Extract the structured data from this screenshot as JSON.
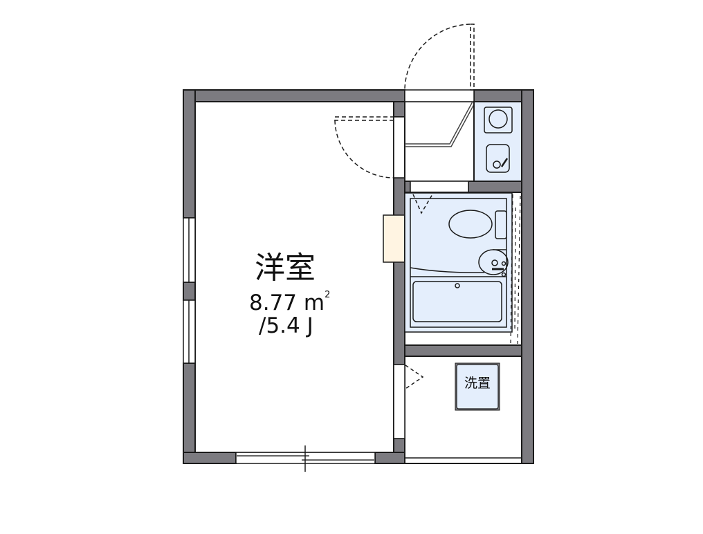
{
  "floor_plan": {
    "type": "1R apartment floor plan",
    "colors": {
      "wall": "#7c7b80",
      "wall_outline": "#1a1a1a",
      "wet_area_fill": "#e4eefc",
      "storage_fill": "#fff4e2",
      "background": "#ffffff"
    },
    "rooms": {
      "western_room": {
        "name": "洋室",
        "area_value": "8.77",
        "area_unit": "m",
        "area_unit_sup": "2",
        "jo": "/5.4 J"
      },
      "kitchen": {
        "name": "kitchen",
        "fixtures": [
          "stove",
          "sink"
        ]
      },
      "unit_bath": {
        "name": "unit bath",
        "fixtures": [
          "toilet",
          "washbasin",
          "bathtub"
        ]
      },
      "washer_area": {
        "label": "洗置"
      }
    },
    "openings": [
      "entrance-door",
      "room-door",
      "bath-door",
      "washroom-door",
      "left-windows",
      "balcony-sliding-window"
    ]
  }
}
